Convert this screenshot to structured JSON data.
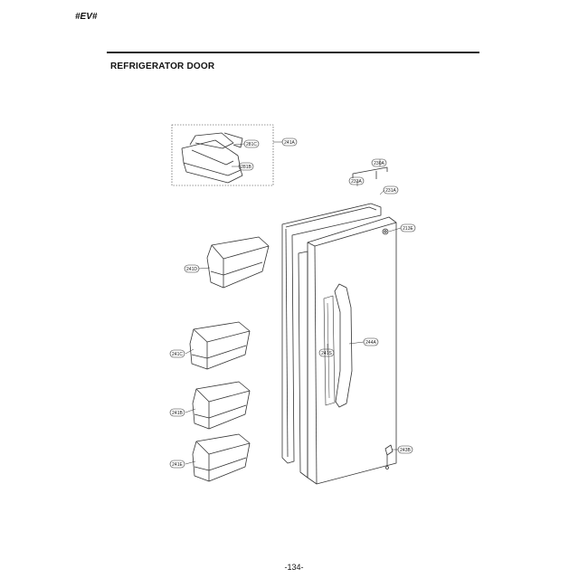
{
  "header": {
    "code": "#EV#"
  },
  "section": {
    "title": "REFRIGERATOR DOOR"
  },
  "footer": {
    "page_number": "-134-"
  },
  "callouts": [
    {
      "id": "c241a",
      "label": "241A"
    },
    {
      "id": "c281c",
      "label": "281C"
    },
    {
      "id": "c281b",
      "label": "281B"
    },
    {
      "id": "c230a",
      "label": "230A"
    },
    {
      "id": "c233a",
      "label": "233A"
    },
    {
      "id": "c231a",
      "label": "231A"
    },
    {
      "id": "c213e",
      "label": "213E"
    },
    {
      "id": "c241d",
      "label": "241D"
    },
    {
      "id": "c244a",
      "label": "244A"
    },
    {
      "id": "c241c",
      "label": "241C"
    },
    {
      "id": "c241b",
      "label": "241B"
    },
    {
      "id": "c241s",
      "label": "241S"
    },
    {
      "id": "c241e",
      "label": "241E"
    },
    {
      "id": "c243b",
      "label": "243B"
    }
  ]
}
